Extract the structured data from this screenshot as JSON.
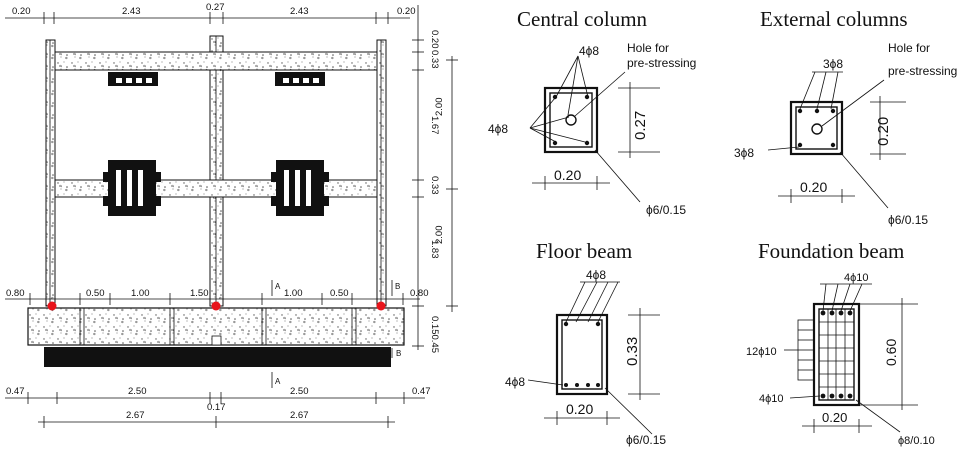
{
  "frame": {
    "top_dims": [
      "0.20",
      "2.43",
      "0.27",
      "2.43",
      "0.20"
    ],
    "right_dims_small": [
      "0.20",
      "0.33",
      "1.67",
      "0.33",
      "1.83",
      "0.150.45"
    ],
    "right_dims_big": [
      "2.00",
      "2.00"
    ],
    "left_mid_dims": [
      "0.80",
      "0.50",
      "1.00",
      "1.50",
      "1.00",
      "0.50",
      "0.80"
    ],
    "bottom_dims_row1": [
      "0.47",
      "2.50",
      "2.50",
      "0.47"
    ],
    "bottom_center_dim": "0.17",
    "bottom_dims_row2": [
      "2.67",
      "2.67"
    ],
    "section_marks": [
      "A",
      "B",
      "B",
      "A"
    ],
    "colors": {
      "node": "#e8141b",
      "ink": "#111111"
    }
  },
  "central_column": {
    "title": "Central column",
    "top_bars": "4ϕ8",
    "side_bars": "4ϕ8",
    "hole_note_line1": "Hole for",
    "hole_note_line2": "pre-stressing",
    "height_dim": "0.27",
    "width_dim": "0.20",
    "stirrup": "ϕ6/0.15"
  },
  "external_columns": {
    "title": "External columns",
    "top_bars": "3ϕ8",
    "side_bars": "3ϕ8",
    "hole_note_line1": "Hole for",
    "hole_note_line2": "pre-stressing",
    "height_dim": "0.20",
    "width_dim": "0.20",
    "stirrup": "ϕ6/0.15"
  },
  "floor_beam": {
    "title": "Floor beam",
    "top_bars": "4ϕ8",
    "bottom_bars": "4ϕ8",
    "height_dim": "0.33",
    "width_dim": "0.20",
    "stirrup": "ϕ6/0.15"
  },
  "foundation_beam": {
    "title": "Foundation beam",
    "top_bars": "4ϕ10",
    "side_bars": "12ϕ10",
    "bottom_bars": "4ϕ10",
    "height_dim": "0.60",
    "width_dim": "0.20",
    "stirrup": "ϕ8/0.10"
  }
}
